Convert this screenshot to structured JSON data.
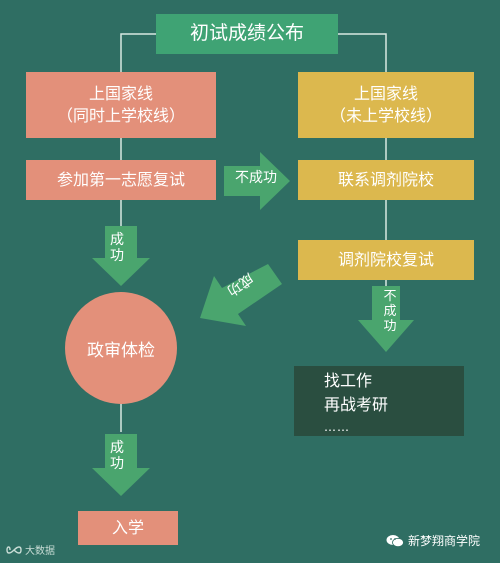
{
  "title": "初试成绩公布",
  "nodes": {
    "national_line_school": [
      "上国家线",
      "（同时上学校线）"
    ],
    "national_line_no_school": [
      "上国家线",
      "（未上学校线）"
    ],
    "first_choice_retest": "参加第一志愿复试",
    "contact_transfer": "联系调剂院校",
    "transfer_retest": "调剂院校复试",
    "political_exam": "政审体检",
    "outcome_fail": [
      "找工作",
      "再战考研",
      "……"
    ],
    "admission": "入学"
  },
  "arrow_labels": {
    "retest_success": [
      "成",
      "功"
    ],
    "retest_fail": "不成功",
    "transfer_fail": [
      "不",
      "成",
      "功"
    ],
    "transfer_success": "成功",
    "exam_success": [
      "成",
      "功"
    ]
  },
  "watermarks": {
    "left": "大数据",
    "right": "新梦翔商学院"
  },
  "colors": {
    "background": "#2f6e63",
    "title": "#3fa374",
    "salmon": "#e3907a",
    "gold": "#dcb84e",
    "arrow_green": "#4aa56e",
    "dark_box": "#2a4e40",
    "connector": "#d8e8e2"
  }
}
